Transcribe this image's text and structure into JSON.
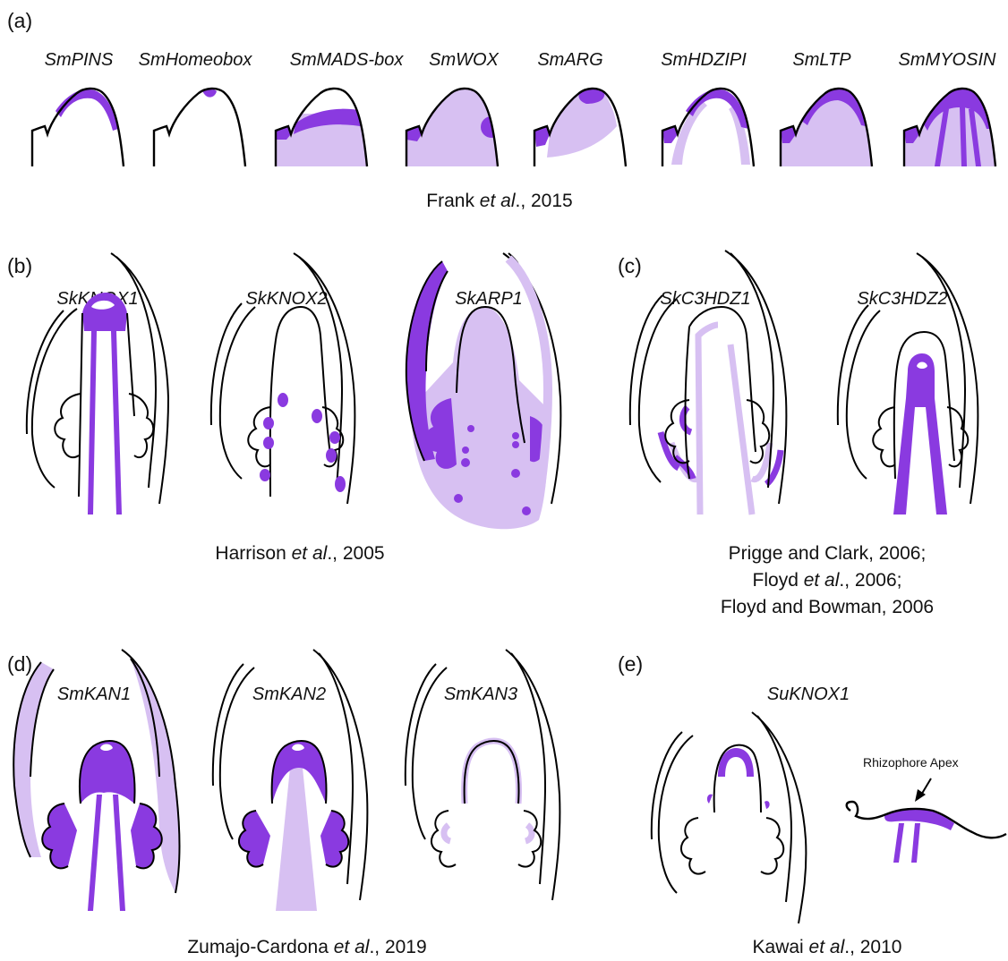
{
  "colors": {
    "dark": "#8a3ae0",
    "light": "#d7c0f2",
    "outline": "#000000"
  },
  "panels": {
    "a": {
      "letter": "(a)",
      "genes": [
        "SmPINS",
        "SmHomeobox",
        "SmMADS-box",
        "SmWOX",
        "SmARG",
        "SmHDZIPI",
        "SmLTP",
        "SmMYOSIN"
      ],
      "citation": {
        "pre": "Frank ",
        "em": "et al",
        "post": "., 2015"
      }
    },
    "b": {
      "letter": "(b)",
      "genes": [
        "SkKNOX1",
        "SkKNOX2",
        "SkARP1"
      ],
      "citation": {
        "pre": "Harrison ",
        "em": "et al",
        "post": "., 2005"
      }
    },
    "c": {
      "letter": "(c)",
      "genes": [
        "SkC3HDZ1",
        "SkC3HDZ2"
      ],
      "citation_line1": "Prigge and Clark, 2006;",
      "citation_line2": {
        "pre": "Floyd ",
        "em": "et al",
        "post": "., 2006;"
      },
      "citation_line3": "Floyd and Bowman, 2006"
    },
    "d": {
      "letter": "(d)",
      "genes": [
        "SmKAN1",
        "SmKAN2",
        "SmKAN3"
      ],
      "citation": {
        "pre": "Zumajo-Cardona ",
        "em": "et al",
        "post": "., 2019"
      }
    },
    "e": {
      "letter": "(e)",
      "genes": [
        "SuKNOX1"
      ],
      "annotation": "Rhizophore Apex",
      "citation": {
        "pre": "Kawai ",
        "em": "et al",
        "post": "., 2010"
      }
    }
  }
}
